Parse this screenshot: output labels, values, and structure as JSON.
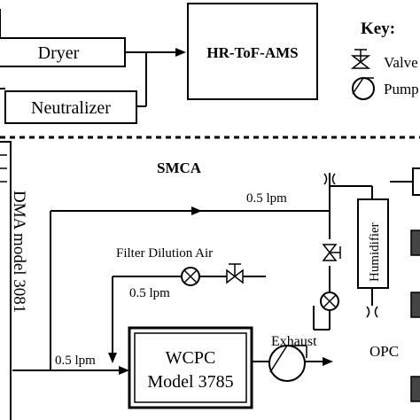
{
  "top": {
    "dryer_label": "Dryer",
    "neutralizer_label": "Neutralizer",
    "ams_label": "HR-ToF-AMS"
  },
  "key": {
    "title": "Key:",
    "valve_label": "Valve",
    "pump_label": "Pump"
  },
  "smca": {
    "title": "SMCA",
    "dma_label": "DMA model 3081",
    "flow_top": "0.5 lpm",
    "filter_dilution_label": "Filter Dilution Air",
    "flow_middle": "0.5 lpm",
    "flow_bottom": "0.5 lpm",
    "wcpc_line1": "WCPC",
    "wcpc_line2": "Model 3785",
    "exhaust_label": "Exhaust",
    "humidifier_label": "Humidifier",
    "opc_label": "OPC"
  }
}
